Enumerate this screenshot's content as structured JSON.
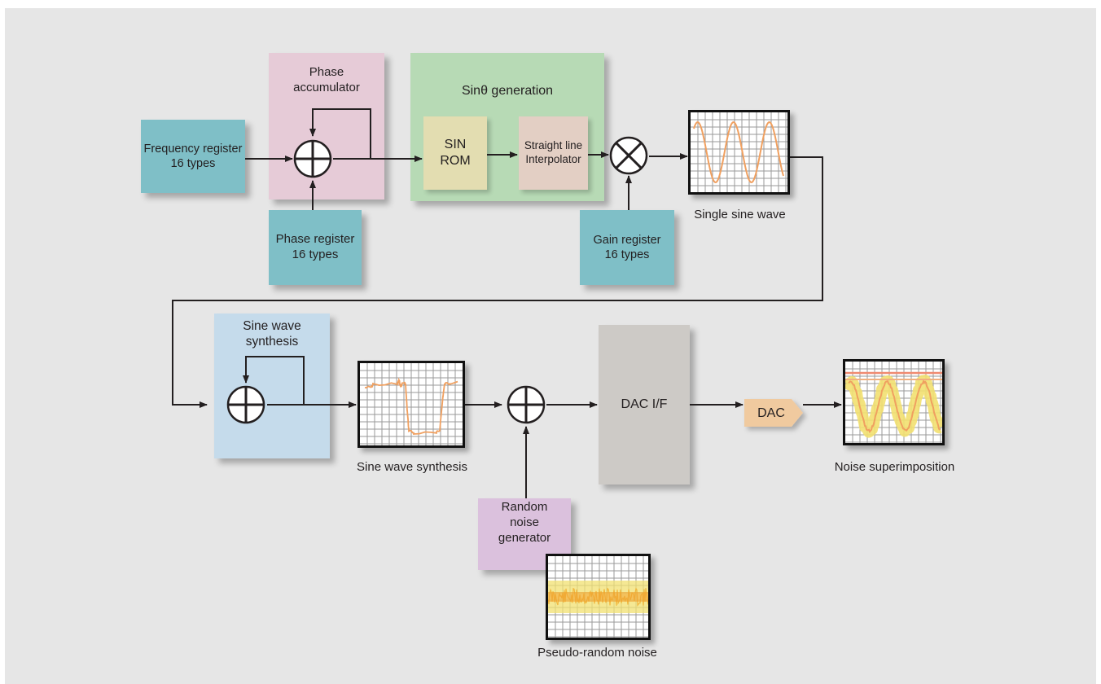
{
  "blocks": {
    "frequency_register": "Frequency register\n16 types",
    "phase_accumulator": "Phase\naccumulator",
    "phase_register": "Phase register\n16 types",
    "sin_generation": "Sinθ generation",
    "sin_rom": "SIN\nROM",
    "interpolator": "Straight line\nInterpolator",
    "gain_register": "Gain register\n16 types",
    "sine_wave_synthesis_block": "Sine wave\nsynthesis",
    "random_noise_generator": "Random\nnoise\ngenerator",
    "dac_if": "DAC I/F",
    "dac": "DAC"
  },
  "captions": {
    "single_sine_wave": "Single sine wave",
    "sine_wave_synthesis": "Sine wave synthesis",
    "noise_superimposition": "Noise superimposition",
    "pseudo_random_noise": "Pseudo-random noise"
  },
  "colors": {
    "background": "#e6e6e6",
    "register_teal": "#7fbfc7",
    "accumulator_pink": "#e6cbd7",
    "generation_green": "#b7dab5",
    "rom_yellow": "#e3ddb1",
    "interpolator_tan": "#e3cfc4",
    "synthesis_blue": "#c5dbeb",
    "noise_lavender": "#dbc1dd",
    "dac_if_gray": "#cdcac6",
    "dac_peach": "#f0ca9f",
    "waveform_orange": "#f0a060",
    "noise_yellow": "#f2e070"
  }
}
